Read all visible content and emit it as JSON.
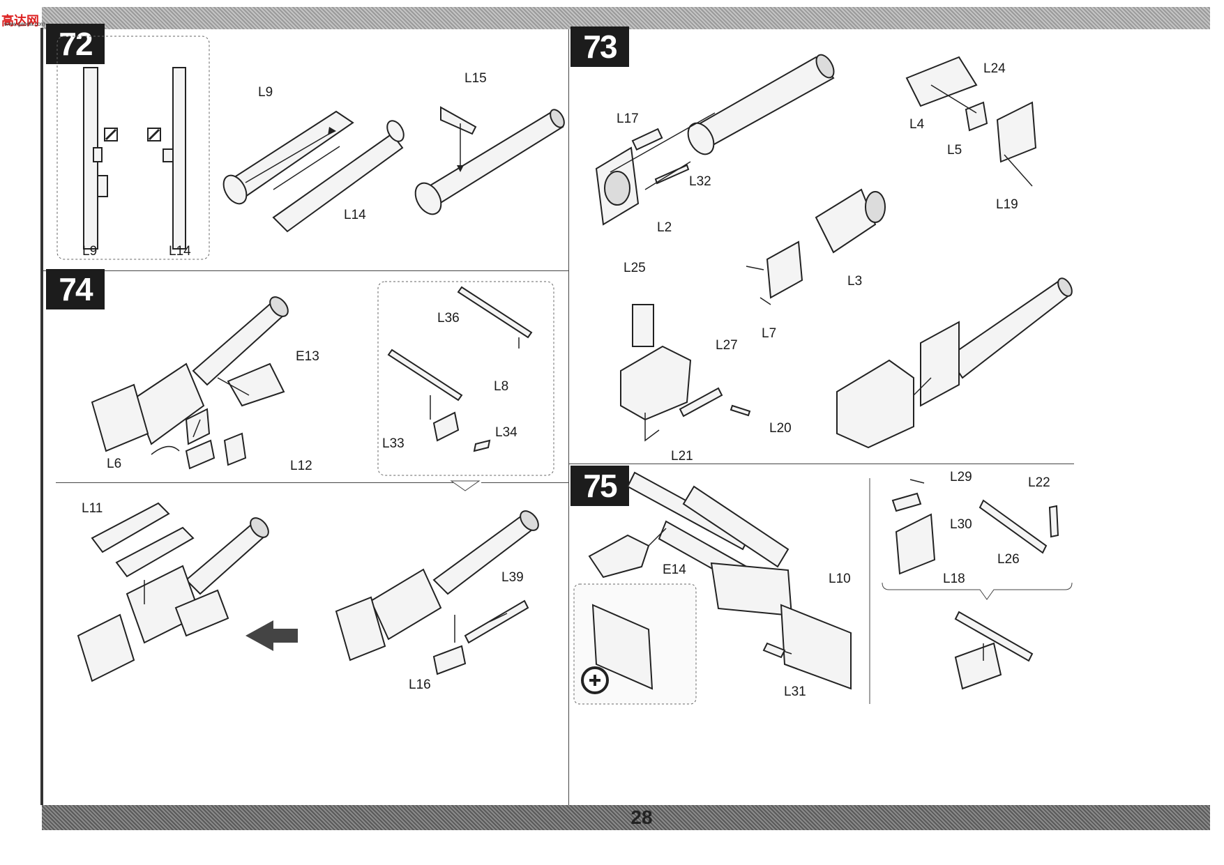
{
  "watermark": {
    "logo_text": "高达网",
    "logo_sub": "www.gaoda.com"
  },
  "page_number": "28",
  "steps": {
    "s72": {
      "number": "72",
      "labels": {
        "l9a": "L9",
        "l14a": "L14",
        "l9b": "L9",
        "l14b": "L14",
        "l15": "L15"
      }
    },
    "s73": {
      "number": "73",
      "labels": {
        "l17": "L17",
        "l32": "L32",
        "l2": "L2",
        "l24": "L24",
        "l4": "L4",
        "l5": "L5",
        "l19": "L19",
        "l3": "L3",
        "l7": "L7",
        "l25": "L25",
        "l27": "L27",
        "l20": "L20",
        "l21": "L21"
      }
    },
    "s74": {
      "number": "74",
      "labels": {
        "e13": "E13",
        "l6": "L6",
        "l12": "L12",
        "l36": "L36",
        "l8": "L8",
        "l33": "L33",
        "l34": "L34",
        "l11": "L11",
        "l39": "L39",
        "l16": "L16"
      }
    },
    "s75": {
      "number": "75",
      "labels": {
        "e14": "E14",
        "l10": "L10",
        "l31": "L31",
        "l29": "L29",
        "l30": "L30",
        "l22": "L22",
        "l26": "L26",
        "l18": "L18"
      }
    }
  },
  "icons": [
    "cement-icon",
    "zoom-plus-icon",
    "assembly-arrow-icon"
  ]
}
